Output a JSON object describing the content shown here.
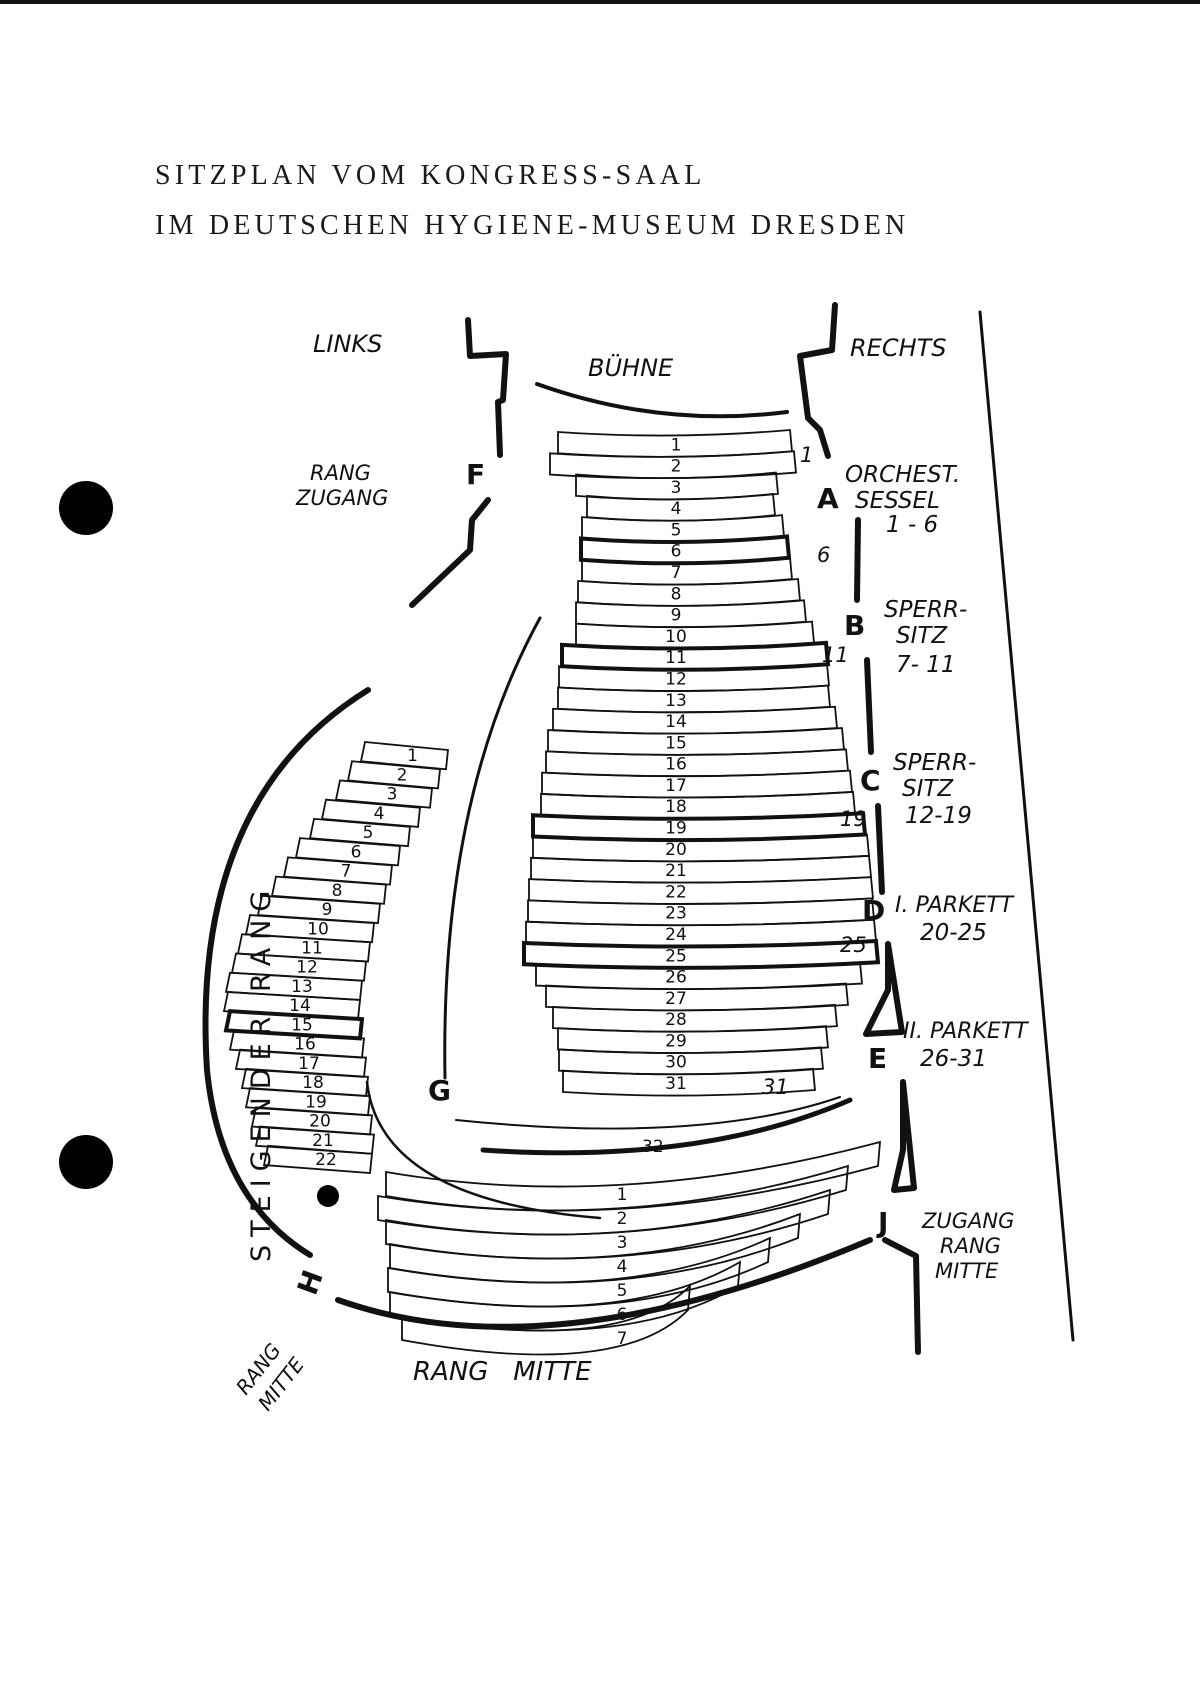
{
  "title": {
    "line1": "SITZPLAN VOM KONGRESS-SAAL",
    "line2": "IM DEUTSCHEN HYGIENE-MUSEUM DRESDEN"
  },
  "labels": {
    "links": "LINKS",
    "buehne": "BÜHNE",
    "rechts": "RECHTS",
    "rang_zugang_1": "RANG",
    "rang_zugang_2": "ZUGANG",
    "door_f": "F",
    "door_a": "A",
    "door_b": "B",
    "door_c": "C",
    "door_d": "D",
    "door_e": "E",
    "door_g": "G",
    "door_h": "H",
    "door_j": "J",
    "orchest_1": "ORCHEST.",
    "orchest_2": "SESSEL",
    "orchest_3": "1 - 6",
    "sperrsitz_b_1": "SPERR-",
    "sperrsitz_b_2": "SITZ",
    "sperrsitz_b_3": "7- 11",
    "sperrsitz_c_1": "SPERR-",
    "sperrsitz_c_2": "SITZ",
    "sperrsitz_c_3": "12-19",
    "parkett_1_1": "I. PARKETT",
    "parkett_1_2": "20-25",
    "parkett_2_1": "II. PARKETT",
    "parkett_2_2": "26-31",
    "zugang_rang_mitte_1": "ZUGANG",
    "zugang_rang_mitte_2": "RANG",
    "zugang_rang_mitte_3": "MITTE",
    "rang_mitte": "RANG   MITTE",
    "rang_mitte_side_1": "RANG",
    "rang_mitte_side_2": "MITTE",
    "steigender_rang": "STEIGENDER RANG",
    "edge_1": "1",
    "edge_6": "6",
    "edge_11": "11",
    "edge_19": "19",
    "edge_25": "25",
    "edge_31": "31"
  },
  "parkett_rows": [
    "1",
    "2",
    "3",
    "4",
    "5",
    "6",
    "7",
    "8",
    "9",
    "10",
    "11",
    "12",
    "13",
    "14",
    "15",
    "16",
    "17",
    "18",
    "19",
    "20",
    "21",
    "22",
    "23",
    "24",
    "25",
    "26",
    "27",
    "28",
    "29",
    "30",
    "31"
  ],
  "row_32": "32",
  "steigender_rang_rows": [
    "1",
    "2",
    "3",
    "4",
    "5",
    "6",
    "7",
    "8",
    "9",
    "10",
    "11",
    "12",
    "13",
    "14",
    "15",
    "16",
    "17",
    "18",
    "19",
    "20",
    "21",
    "22"
  ],
  "rang_mitte_rows": [
    "1",
    "2",
    "3",
    "4",
    "5",
    "6",
    "7"
  ]
}
